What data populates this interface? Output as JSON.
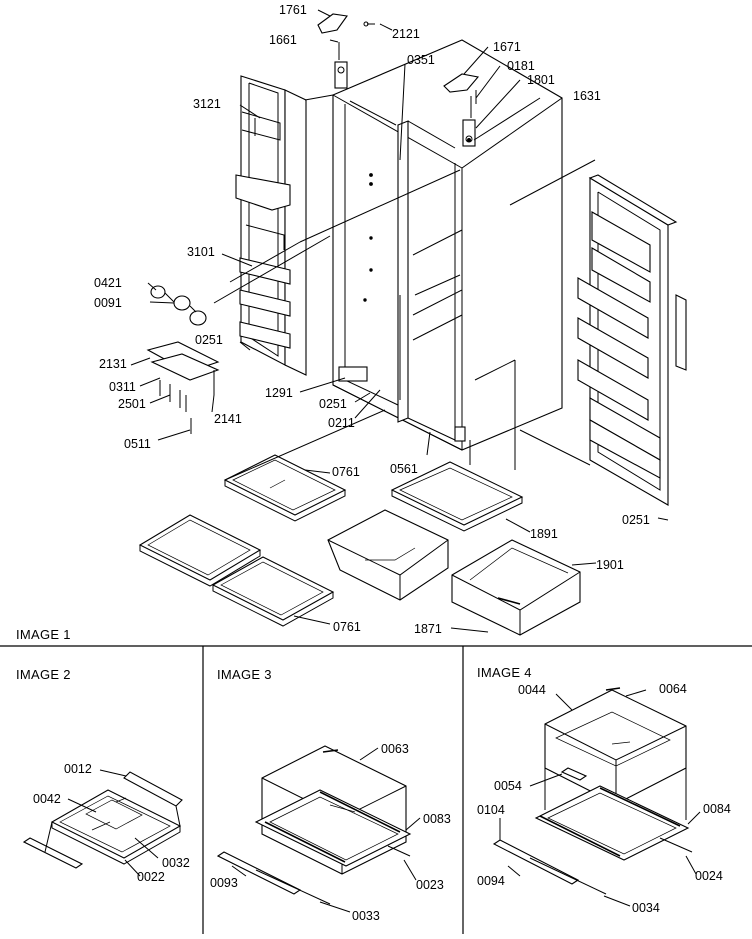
{
  "sections": {
    "image1": "IMAGE 1",
    "image2": "IMAGE 2",
    "image3": "IMAGE 3",
    "image4": "IMAGE 4"
  },
  "image1_parts": {
    "p1761": "1761",
    "p2121": "2121",
    "p1661": "1661",
    "p1671": "1671",
    "p0351": "0351",
    "p0181": "0181",
    "p1801": "1801",
    "p3121": "3121",
    "p1631": "1631",
    "p3101": "3101",
    "p0421": "0421",
    "p0091": "0091",
    "p0251a": "0251",
    "p2131": "2131",
    "p0311": "0311",
    "p1291": "1291",
    "p2501": "2501",
    "p0251b": "0251",
    "p2141": "2141",
    "p0211": "0211",
    "p0511": "0511",
    "p0561": "0561",
    "p0761a": "0761",
    "p0251c": "0251",
    "p1891": "1891",
    "p1901": "1901",
    "p0761b": "0761",
    "p1871": "1871"
  },
  "image2_parts": {
    "p0012": "0012",
    "p0042": "0042",
    "p0032": "0032",
    "p0022": "0022"
  },
  "image3_parts": {
    "p0063": "0063",
    "p0083": "0083",
    "p0093": "0093",
    "p0023": "0023",
    "p0033": "0033"
  },
  "image4_parts": {
    "p0044": "0044",
    "p0064": "0064",
    "p0054": "0054",
    "p0104": "0104",
    "p0084": "0084",
    "p0094": "0094",
    "p0024": "0024",
    "p0034": "0034"
  }
}
